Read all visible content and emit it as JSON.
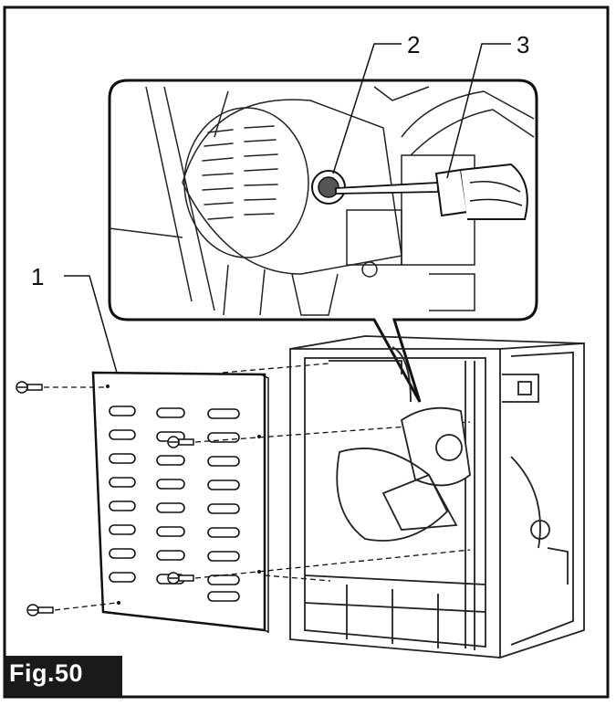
{
  "figure": {
    "label": "Fig.50"
  },
  "callouts": [
    {
      "number": "1",
      "part": "cover-panel"
    },
    {
      "number": "2",
      "part": "screw-hole"
    },
    {
      "number": "3",
      "part": "screwdriver"
    }
  ],
  "colors": {
    "line": "#111111",
    "background": "#ffffff",
    "label_box": "#1a1a1a",
    "label_text": "#ffffff"
  }
}
